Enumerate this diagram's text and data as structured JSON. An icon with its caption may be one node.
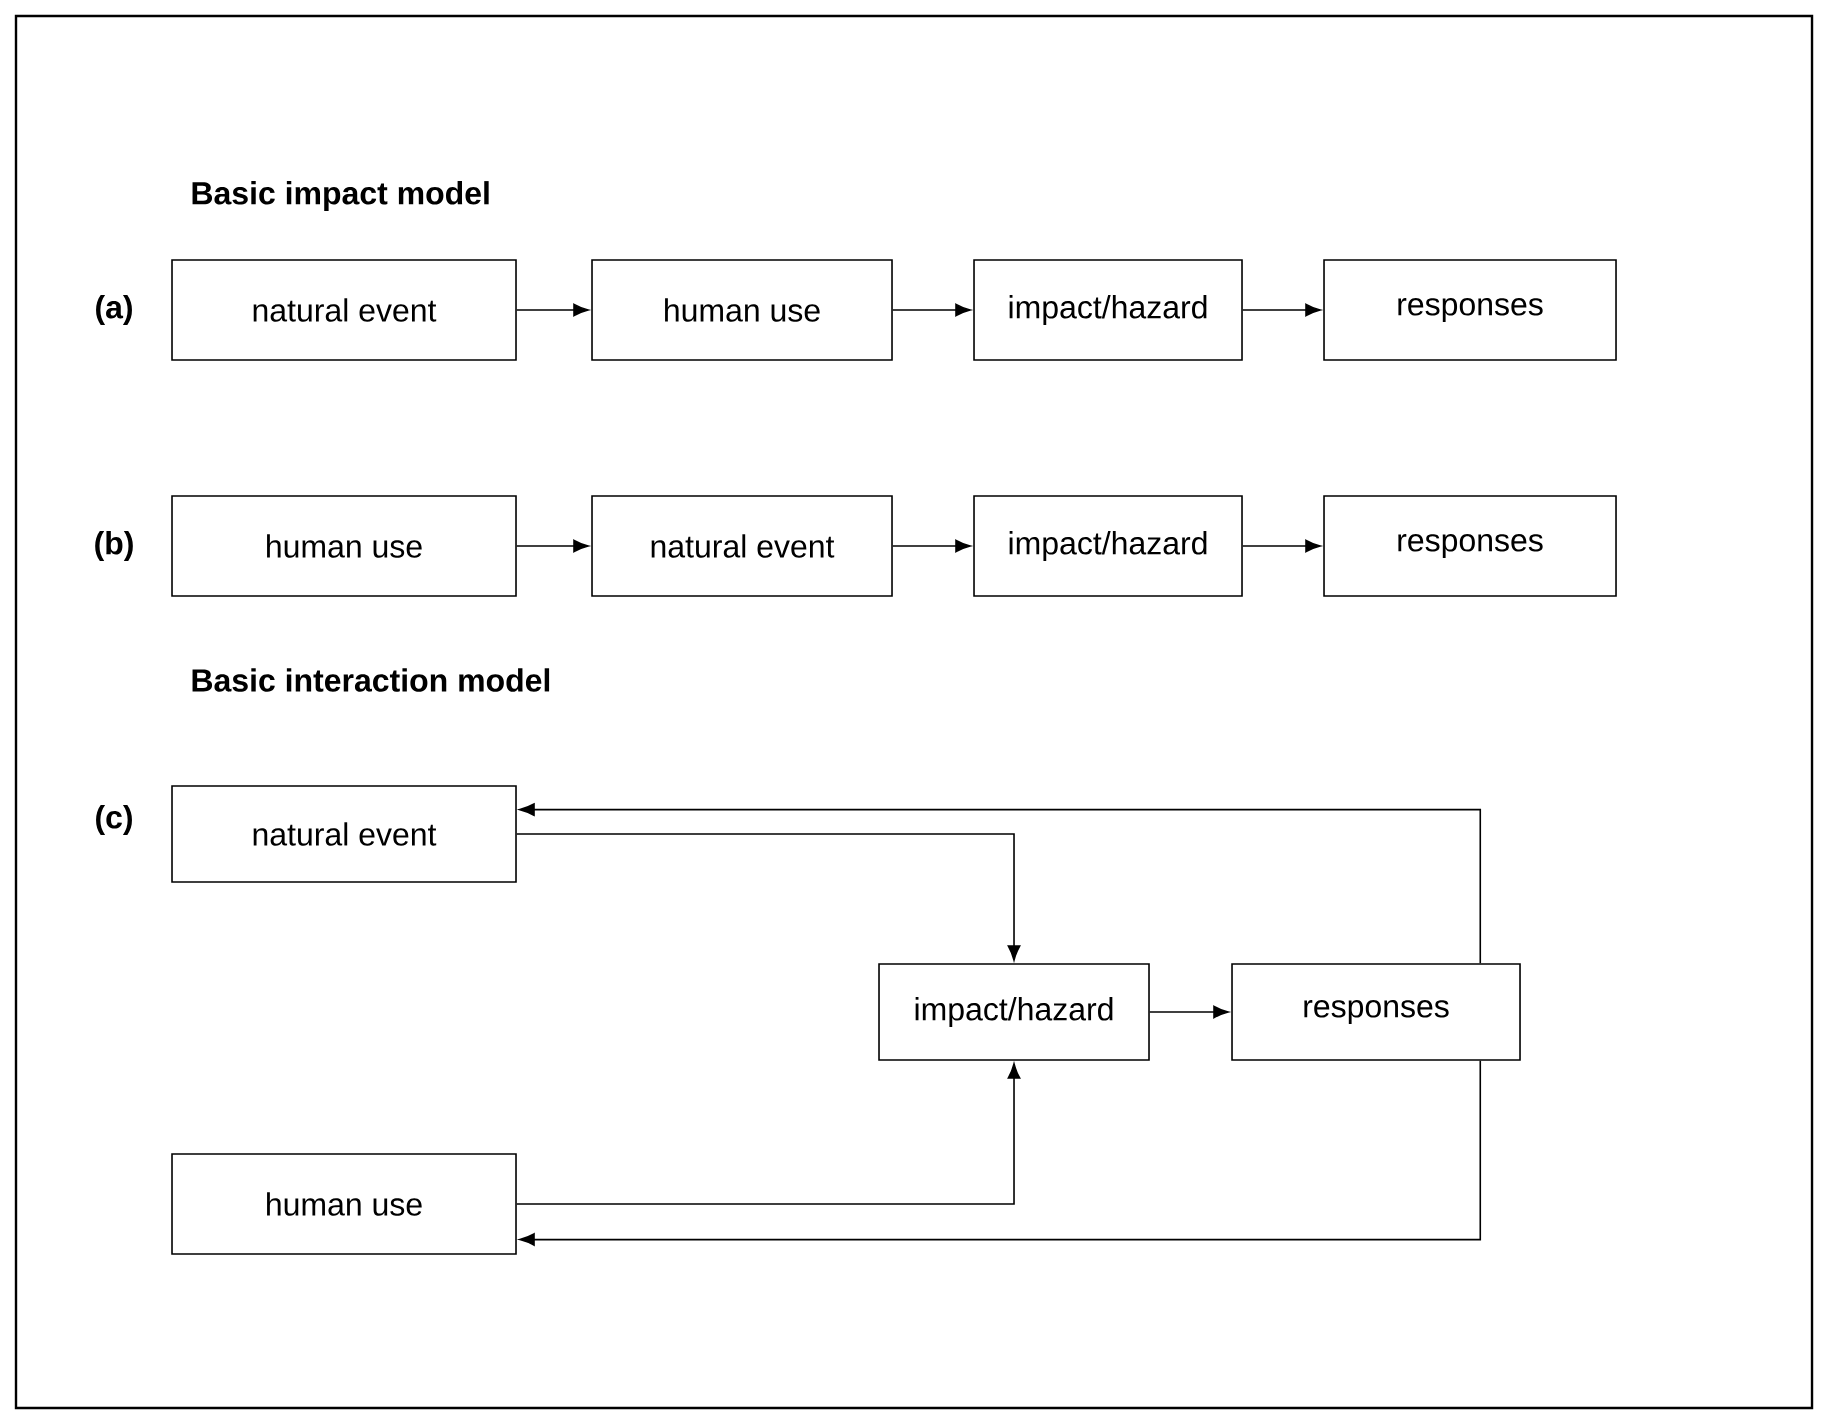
{
  "diagram": {
    "nodes": [
      {
        "text": [
          "natural event"
        ]
      },
      {
        "text": [
          "human use"
        ]
      },
      {
        "text": [
          "impact/hazard"
        ]
      },
      {
        "text": [
          "responses"
        ]
      },
      {
        "text": [
          "human use"
        ]
      },
      {
        "text": [
          "natural event"
        ]
      },
      {
        "text": [
          "impact/hazard"
        ]
      },
      {
        "text": [
          "responses"
        ]
      },
      {
        "text": [
          "natural event"
        ]
      },
      {
        "text": [
          "impact/hazard"
        ]
      },
      {
        "text": [
          "responses"
        ]
      },
      {
        "text": [
          "human use"
        ]
      }
    ],
    "edges": [
      {
        "from": 0,
        "to": 1,
        "arrow": "to"
      },
      {
        "from": 1,
        "to": 2,
        "arrow": "to"
      },
      {
        "from": 2,
        "to": 3,
        "arrow": "to"
      },
      {
        "from": 4,
        "to": 5,
        "arrow": "to"
      },
      {
        "from": 5,
        "to": 6,
        "arrow": "to"
      },
      {
        "from": 6,
        "to": 7,
        "arrow": "to"
      },
      {
        "from": 8,
        "to": 9,
        "arrow": "to"
      },
      {
        "from": 11,
        "to": 9,
        "arrow": "to"
      },
      {
        "from": 9,
        "to": 10,
        "arrow": "to"
      },
      {
        "from": 10,
        "to": 8,
        "arrow": "to"
      },
      {
        "from": 10,
        "to": 11,
        "arrow": "to"
      }
    ],
    "labels": [
      "Basic impact model",
      "(a)",
      "(b)",
      "Basic interaction model",
      "(c)"
    ]
  }
}
